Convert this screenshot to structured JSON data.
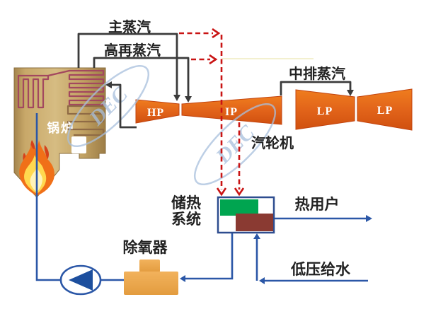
{
  "labels": {
    "main_steam": "主蒸汽",
    "hot_reheat_steam": "高再蒸汽",
    "ip_exhaust_steam": "中排蒸汽",
    "turbine_caption": "汽轮机",
    "boiler": "锅炉",
    "hp": "HP",
    "ip": "IP",
    "lp_left": "LP",
    "lp_right": "LP",
    "heat_storage_line1": "储热",
    "heat_storage_line2": "系统",
    "heat_user": "热用户",
    "deaerator": "除氧器",
    "low_pressure_feedwater": "低压给水",
    "watermark": "DEC"
  },
  "colors": {
    "steam_line_black": "#3b3b3b",
    "storage_steam_red": "#c91414",
    "water_line_blue": "#2b57a7",
    "pump_triangle_blue": "#1d4f9e",
    "storage_green": "#00a550",
    "storage_brown": "#8a3a32",
    "storage_box_border": "#2e4d8f",
    "deaerator_fill": "#eba94e",
    "coil_maroon": "#a3485f",
    "coil_lower_brown": "#8f6b45",
    "flame_red": "#d6421a",
    "flame_orange": "#f07018",
    "flame_yellow": "#ffd94f",
    "flame_core": "#fff3b8",
    "watermark_blue": "#a8bfdd"
  }
}
